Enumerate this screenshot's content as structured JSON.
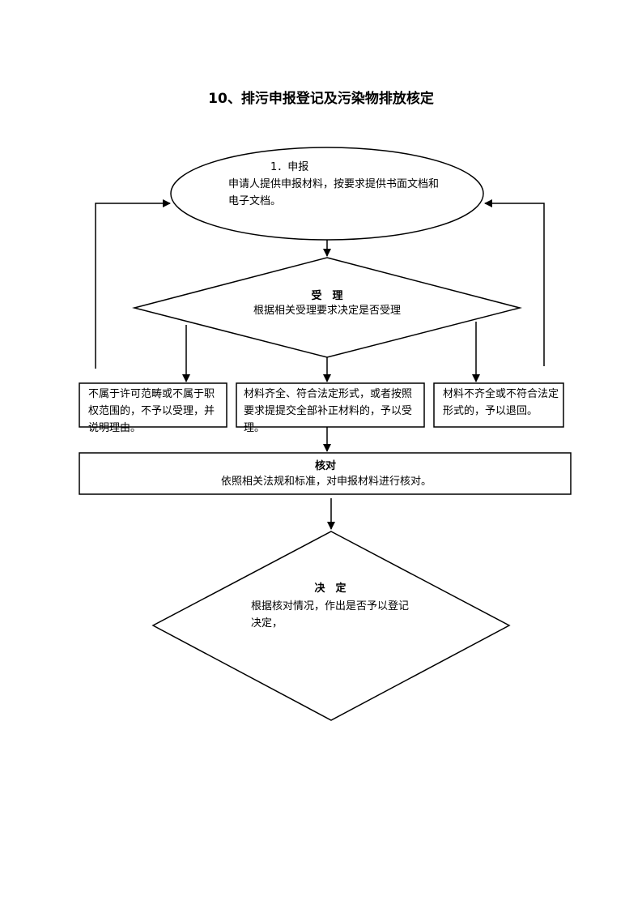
{
  "title": "10、排污申报登记及污染物排放核定",
  "nodes": {
    "apply": {
      "heading": "1．申报",
      "body": "申请人提供申报材料，按要求提供书面文档和电子文档。"
    },
    "accept": {
      "heading": "受　理",
      "body": "根据相关受理要求决定是否受理"
    },
    "reject": {
      "body": "不属于许可范畴或不属于职权范围的，不予以受理，并说明理由。"
    },
    "complete": {
      "body": "材料齐全、符合法定形式，或者按照要求提提交全部补正材料的，予以受理。"
    },
    "incomplete": {
      "body": "材料不齐全或不符合法定形式的，予以退回。"
    },
    "verify": {
      "heading": "核对",
      "body": "依照相关法规和标准，对申报材料进行核对。"
    },
    "decide": {
      "heading": "决　定",
      "body": "根据核对情况，作出是否予以登记决定，"
    }
  }
}
